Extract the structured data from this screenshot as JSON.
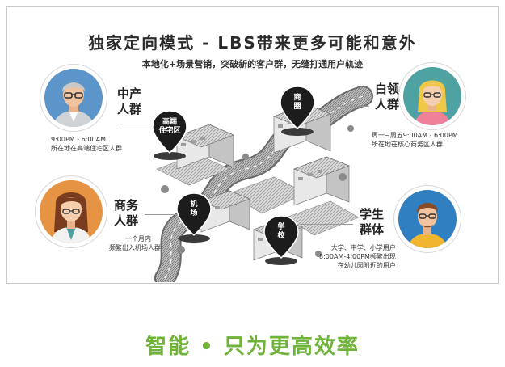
{
  "title": "独家定向模式 - LBS带来更多可能和意外",
  "subtitle": "本地化+场景营销，突破新的客户群，无缝打通用户轨迹",
  "slogan": "智能 • 只为更高效率",
  "personas": [
    {
      "name_line1": "中产",
      "name_line2": "人群",
      "info_line1": "9:00PM - 6:00AM",
      "info_line2": "所在地在高端住宅区人群",
      "info_line3": ""
    },
    {
      "name_line1": "白领",
      "name_line2": "人群",
      "info_line1": "周一~周五9:00AM - 6:00PM",
      "info_line2": "所在地在核心商务区人群",
      "info_line3": ""
    },
    {
      "name_line1": "商务",
      "name_line2": "人群",
      "info_line1": "一个月内",
      "info_line2": "频繁出入机场人群",
      "info_line3": ""
    },
    {
      "name_line1": "学生",
      "name_line2": "群体",
      "info_line1": "大学、中学、小学用户",
      "info_line2": "8:00AM-4:00PM频繁出现",
      "info_line3": "在幼儿园附近的用户"
    }
  ],
  "pins": [
    {
      "line1": "高端",
      "line2": "住宅区"
    },
    {
      "line1": "商",
      "line2": "圈"
    },
    {
      "line1": "机",
      "line2": "场"
    },
    {
      "line1": "学",
      "line2": "校"
    }
  ],
  "colors": {
    "slogan": "#6fb33a",
    "avatar_middle_class": "#5c95c9",
    "avatar_white_collar": "#4fa2a2",
    "avatar_business": "#e69443",
    "avatar_student": "#2f7fc1",
    "pin": "#1c1c1c"
  }
}
